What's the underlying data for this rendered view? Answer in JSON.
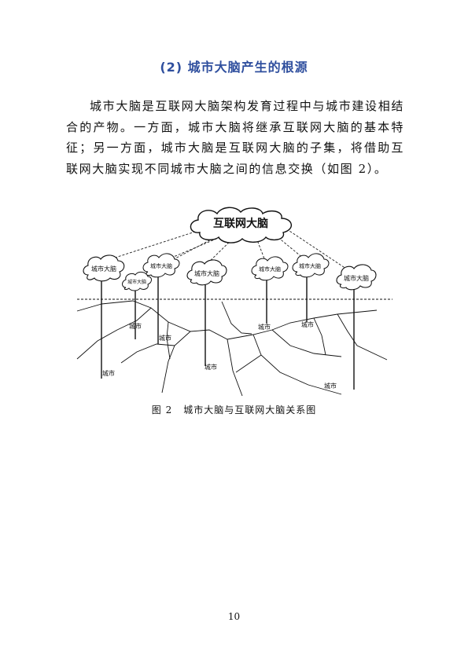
{
  "section": {
    "heading": "(2) 城市大脑产生的根源"
  },
  "paragraph": {
    "text": "城市大脑是互联网大脑架构发育过程中与城市建设相结合的产物。一方面，城市大脑将继承互联网大脑的基本特征；另一方面，城市大脑是互联网大脑的子集，将借助互联网大脑实现不同城市大脑之间的信息交换（如图 2）。"
  },
  "figure": {
    "central_cloud_label": "互联网大脑",
    "city_brain_label": "城市大脑",
    "city_label": "城市",
    "caption_number": "图 2",
    "caption_text": "城市大脑与互联网大脑关系图"
  },
  "footer": {
    "page_number": "10"
  }
}
